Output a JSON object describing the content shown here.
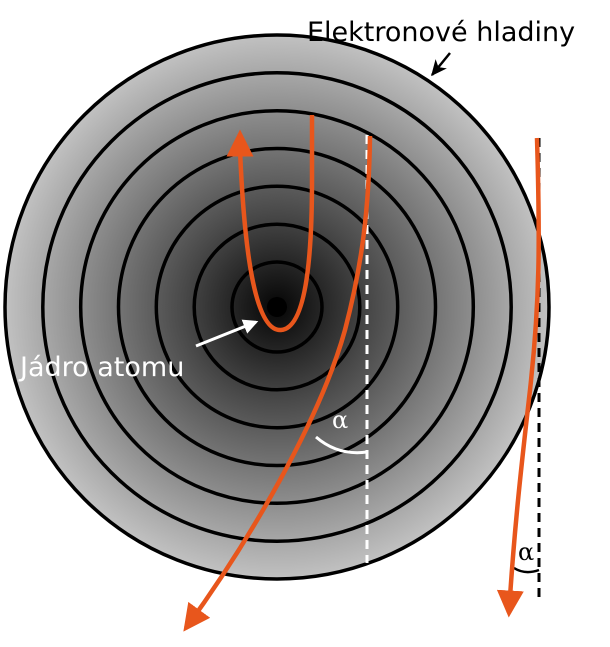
{
  "labels": {
    "shells": "Elektronové hladiny",
    "nucleus": "Jádro atomu",
    "angle_center": "α",
    "angle_right": "α"
  },
  "colors": {
    "trajectory": "#e8561c",
    "shell_line": "#000000",
    "atom_edge": "#c0c0c0",
    "atom_core": "#050505",
    "nucleus": "#000000",
    "center_reference_line": "#ffffff",
    "right_reference_line": "#000000",
    "background": "#ffffff"
  },
  "shell_count": 7
}
